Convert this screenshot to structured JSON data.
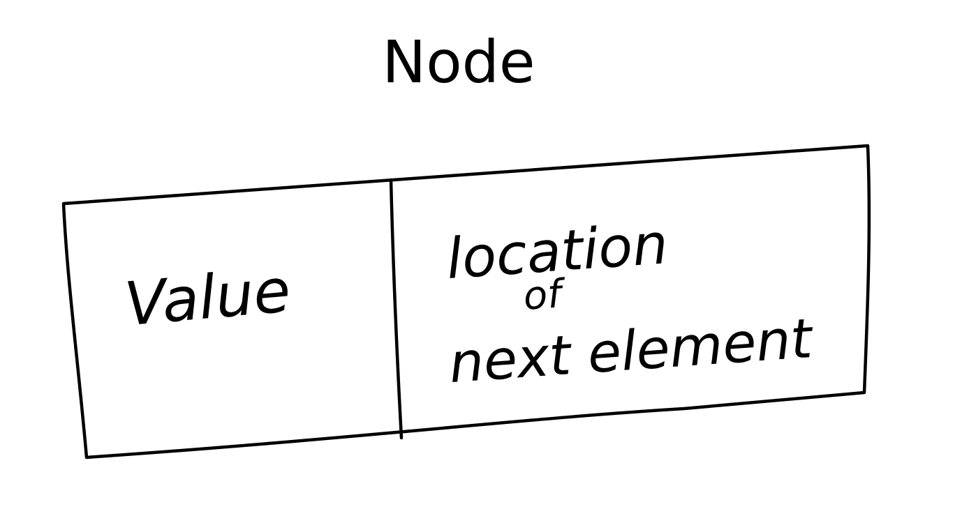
{
  "title": "Node",
  "node": {
    "value_label": "Value",
    "pointer_label": {
      "line1": "location",
      "line2": "of",
      "line3": "next element"
    }
  },
  "colors": {
    "ink": "#000000",
    "background": "#ffffff"
  }
}
